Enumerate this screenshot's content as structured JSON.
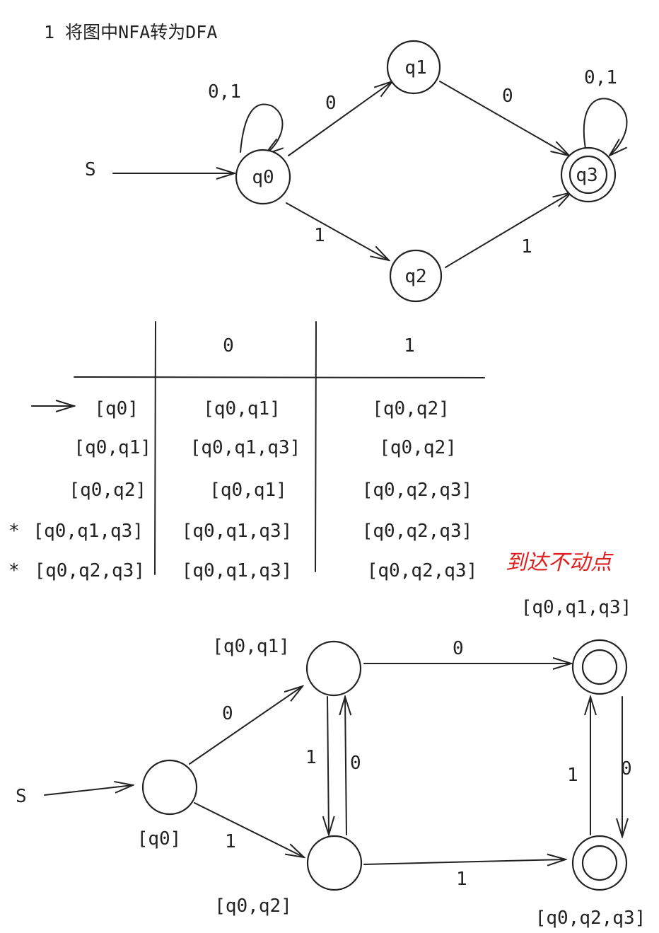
{
  "title": "1 将图中NFA转为DFA",
  "nfa": {
    "start_label": "S",
    "states": [
      "q0",
      "q1",
      "q2",
      "q3"
    ],
    "accepting": [
      "q3"
    ],
    "edge_labels": {
      "q0_loop": "0,1",
      "q0_q1": "0",
      "q0_q2": "1",
      "q1_q3": "0",
      "q2_q3": "1",
      "q3_loop": "0,1"
    }
  },
  "table": {
    "headers": [
      "0",
      "1"
    ],
    "rows": [
      {
        "marker": "→",
        "state": "[q0]",
        "on0": "[q0,q1]",
        "on1": "[q0,q2]"
      },
      {
        "marker": "",
        "state": "[q0,q1]",
        "on0": "[q0,q1,q3]",
        "on1": "[q0,q2]"
      },
      {
        "marker": "",
        "state": "[q0,q2]",
        "on0": "[q0,q1]",
        "on1": "[q0,q2,q3]"
      },
      {
        "marker": "*",
        "state": "[q0,q1,q3]",
        "on0": "[q0,q1,q3]",
        "on1": "[q0,q2,q3]"
      },
      {
        "marker": "*",
        "state": "[q0,q2,q3]",
        "on0": "[q0,q1,q3]",
        "on1": "[q0,q2,q3]"
      }
    ],
    "note": "到达不动点",
    "note_color": "#e02020"
  },
  "dfa": {
    "start_label": "S",
    "states": [
      "[q0]",
      "[q0,q1]",
      "[q0,q2]",
      "[q0,q1,q3]",
      "[q0,q2,q3]"
    ],
    "edge_labels": {
      "a_b": "0",
      "a_c": "1",
      "b_d": "0",
      "b_c": "1",
      "c_b": "0",
      "c_e": "1",
      "d_e": "0",
      "e_d": "1"
    }
  }
}
